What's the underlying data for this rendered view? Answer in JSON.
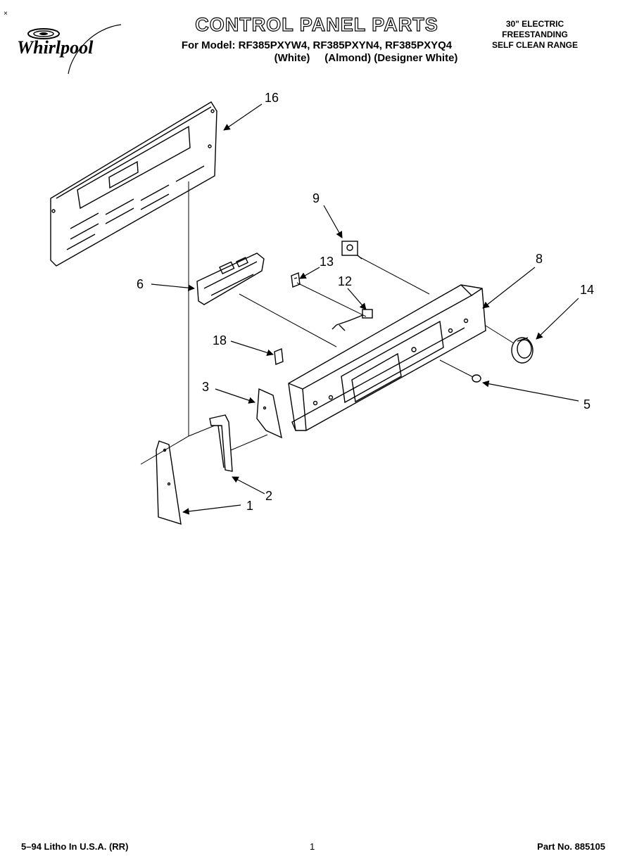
{
  "header": {
    "corner_mark": "×",
    "brand": "Whirlpool",
    "title": "CONTROL PANEL PARTS",
    "model_line": "For Model: RF385PXYW4, RF385PXYN4, RF385PXYQ4",
    "variant_line": "(White)     (Almond) (Designer White)",
    "range_line1": "30\" ELECTRIC",
    "range_line2": "FREESTANDING",
    "range_line3": "SELF CLEAN RANGE"
  },
  "callouts": {
    "c16": "16",
    "c9": "9",
    "c8": "8",
    "c13": "13",
    "c12": "12",
    "c6": "6",
    "c14": "14",
    "c18": "18",
    "c3": "3",
    "c5": "5",
    "c2": "2",
    "c1": "1"
  },
  "footer": {
    "left": "5–94 Litho In U.S.A. (RR)",
    "center": "1",
    "right": "Part No. 885105"
  }
}
